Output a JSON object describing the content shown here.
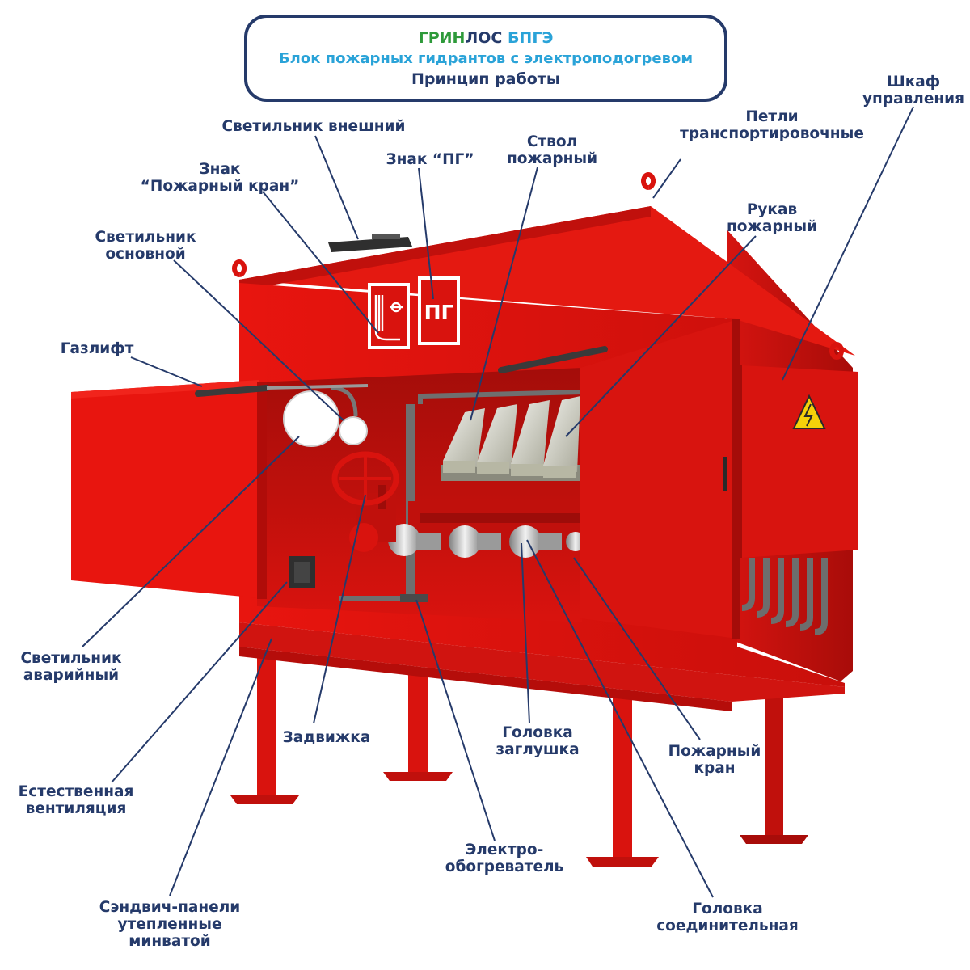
{
  "header": {
    "brand_green": "ГРИН",
    "brand_dark": "ЛОС",
    "brand_code": "БПГЭ",
    "subtitle": "Блок пожарных гидрантов с электроподогревом",
    "caption": "Принцип работы"
  },
  "signs": {
    "pg_sign_text": "ПГ"
  },
  "labels": {
    "light_external": "Светильник внешний",
    "sign_fire_crane_l1": "Знак",
    "sign_fire_crane_l2": "“Пожарный кран”",
    "sign_pg": "Знак “ПГ”",
    "nozzle_l1": "Ствол",
    "nozzle_l2": "пожарный",
    "lifting_loops_l1": "Петли",
    "lifting_loops_l2": "транспортировочные",
    "control_cabinet_l1": "Шкаф",
    "control_cabinet_l2": "управления",
    "hose_l1": "Рукав",
    "hose_l2": "пожарный",
    "light_main_l1": "Светильник",
    "light_main_l2": "основной",
    "gas_lift": "Газлифт",
    "light_emergency_l1": "Светильник",
    "light_emergency_l2": "аварийный",
    "gate_valve": "Задвижка",
    "cap_head_l1": "Головка",
    "cap_head_l2": "заглушка",
    "fire_valve_l1": "Пожарный",
    "fire_valve_l2": "кран",
    "ventilation_l1": "Естественная",
    "ventilation_l2": "вентиляция",
    "heater_l1": "Электро-",
    "heater_l2": "обогреватель",
    "sandwich_l1": "Сэндвич-панели",
    "sandwich_l2": "утепленные",
    "sandwich_l3": "минватой",
    "connector_head_l1": "Головка",
    "connector_head_l2": "соединительная"
  },
  "colors": {
    "accent_green": "#2e9a3a",
    "accent_cyan": "#2aa3d8",
    "text_dark": "#253a6a",
    "body_red": "#e3140f",
    "body_red_dark": "#b00c09"
  }
}
